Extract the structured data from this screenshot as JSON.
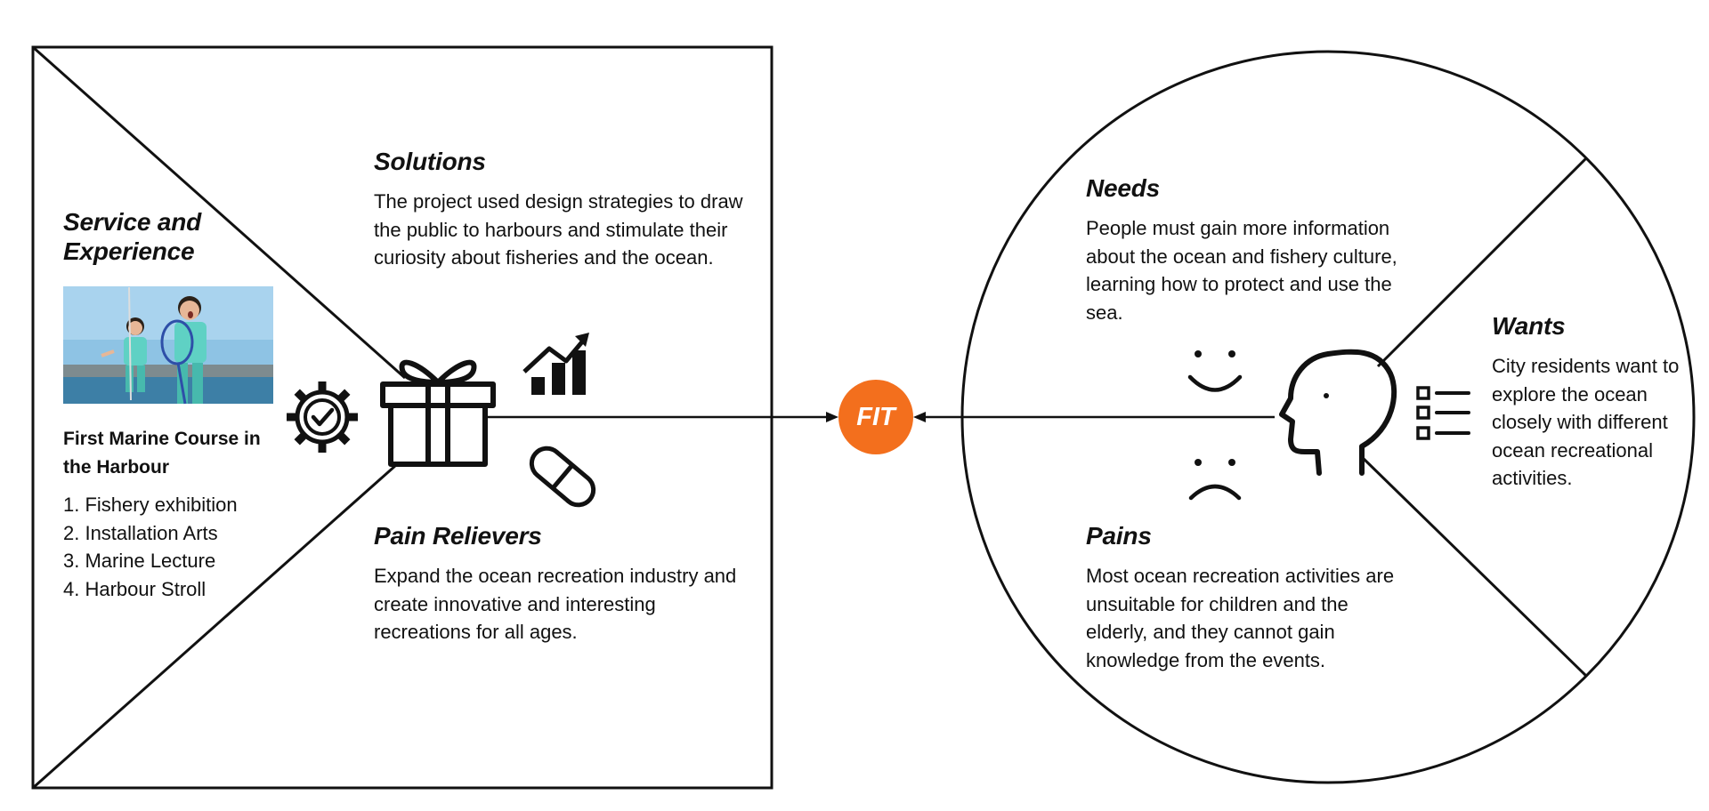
{
  "colors": {
    "line": "#111111",
    "fit": "#f36f1d",
    "sky": "#8ec3e4",
    "sea": "#3d7fa6"
  },
  "value_proposition": {
    "service": {
      "heading": "Service and Experience",
      "course_title": "First Marine Course in the Harbour",
      "items": [
        "1. Fishery exhibition",
        "2. Installation Arts",
        "3. Marine Lecture",
        "4. Harbour Stroll"
      ]
    },
    "solutions": {
      "heading": "Solutions",
      "text": "The project used design strategies to draw the public to harbours and stimulate their curiosity about fisheries and the ocean."
    },
    "pain_relievers": {
      "heading": "Pain Relievers",
      "text": "Expand the ocean recreation industry and create innovative and interesting recreations for all ages."
    },
    "icons": [
      "gear-check-icon",
      "gift-icon",
      "growth-chart-icon",
      "pill-icon"
    ]
  },
  "fit": {
    "label": "FIT"
  },
  "customer_profile": {
    "needs": {
      "heading": "Needs",
      "text": "People must gain more information about the ocean and fishery culture, learning how to protect and use the sea."
    },
    "wants": {
      "heading": "Wants",
      "text": "City residents want to explore the ocean closely with different ocean recreational activities."
    },
    "pains": {
      "heading": "Pains",
      "text": "Most ocean recreation activities are unsuitable for children and the elderly, and they cannot gain knowledge from the events."
    },
    "icons": [
      "smile-icon",
      "frown-icon",
      "head-profile-icon",
      "checklist-icon"
    ]
  }
}
